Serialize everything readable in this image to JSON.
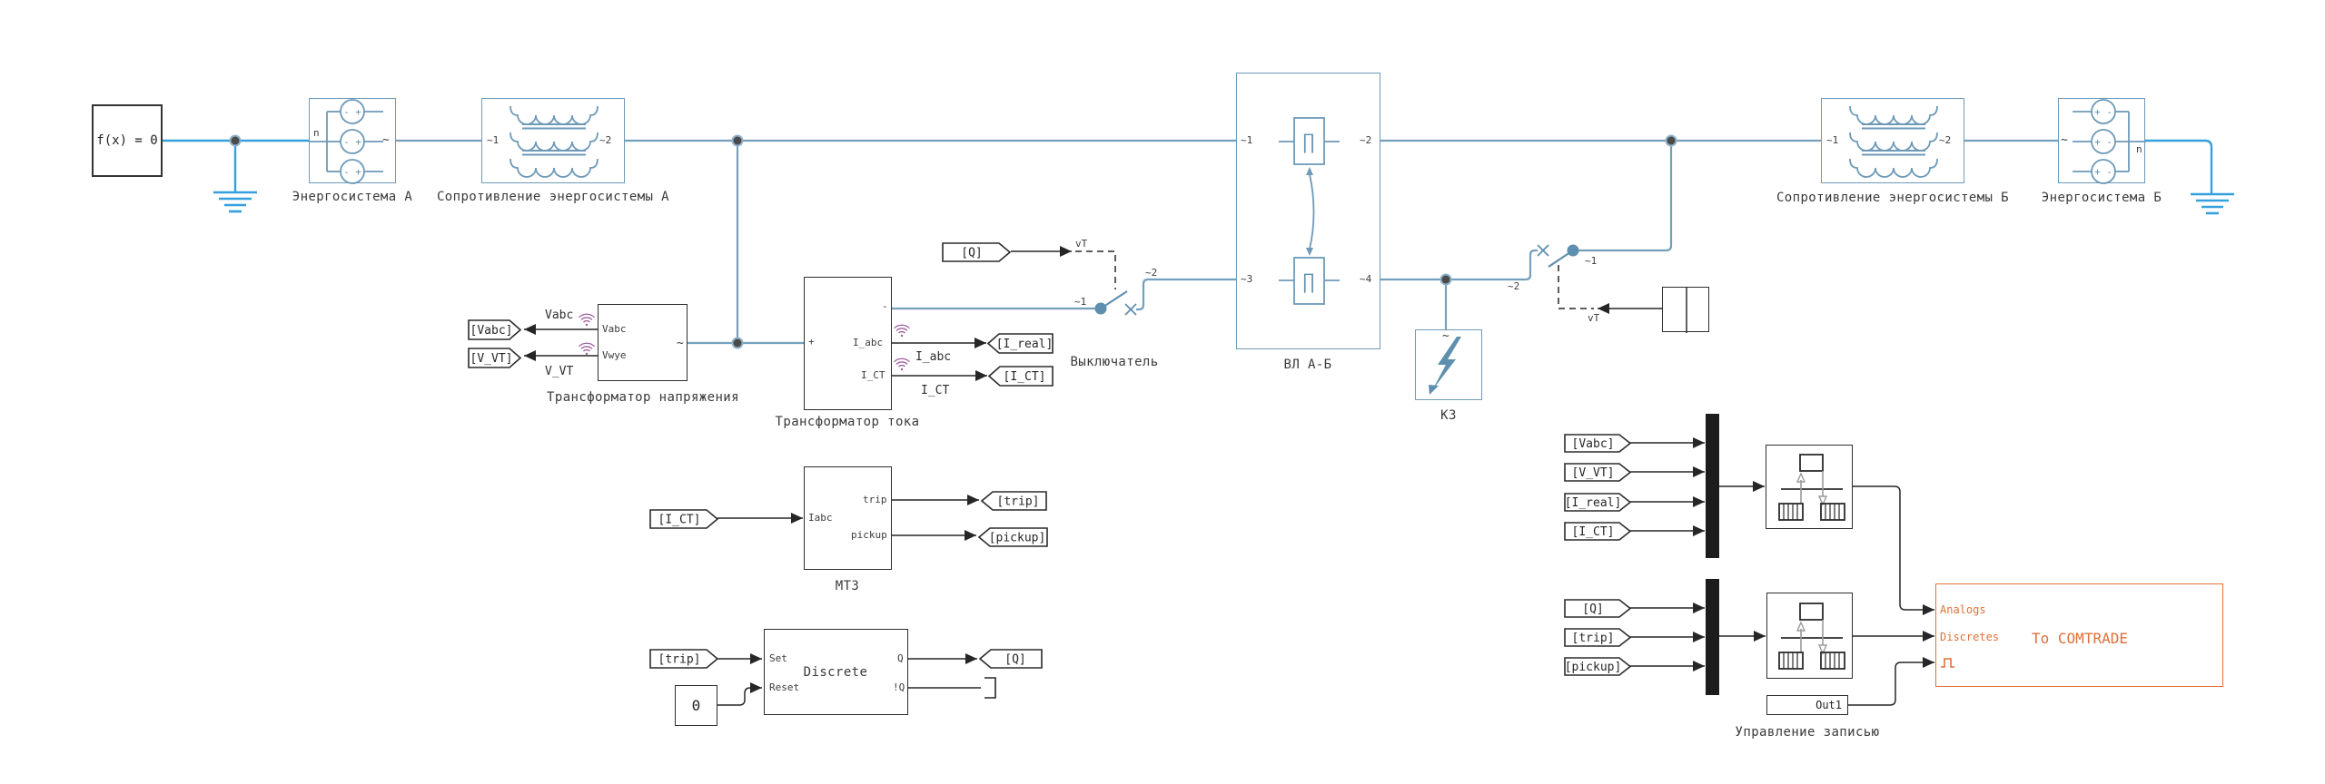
{
  "colors": {
    "bright_blue": "#35a0dc",
    "steel_blue": "#6e9ab8",
    "orange": "#e0703a",
    "purple": "#a05fa0"
  },
  "blocks": {
    "solver": {
      "label": "f(x) = 0"
    },
    "source_a": {
      "title": "Энергосистема А",
      "port_n": "n",
      "port_ac": "~",
      "polarity": "- +"
    },
    "impedance_a": {
      "title": "Сопротивление энергосистемы А",
      "port1": "~1",
      "port2": "~2"
    },
    "vt": {
      "title": "Трансформатор напряжения",
      "port_vabc": "Vabc",
      "port_vwye": "Vwye",
      "port_ac": "~",
      "sig_vabc": "Vabc",
      "sig_vvt": "V_VT"
    },
    "ct": {
      "title": "Трансформатор тока",
      "port_plus": "+",
      "port_minus": "-",
      "port_iabc": "I_abc",
      "port_ict": "I_CT",
      "sig_iabc": "I_abc",
      "sig_ict": "I_CT"
    },
    "breaker": {
      "title": "Выключатель",
      "port1": "~1",
      "port2": "~2",
      "ctrl": "vT"
    },
    "line_ab": {
      "title": "ВЛ А-Б",
      "port1": "~1",
      "port2": "~2",
      "port3": "~3",
      "port4": "~4",
      "pi": "∏"
    },
    "fault": {
      "title": "КЗ",
      "port_ac": "~"
    },
    "breaker_b": {
      "port1": "~1",
      "port2": "~2",
      "ctrl": "vT"
    },
    "impedance_b": {
      "title": "Сопротивление энергосистемы Б",
      "port1": "~1",
      "port2": "~2"
    },
    "source_b": {
      "title": "Энергосистема Б",
      "port_n": "n",
      "port_ac": "~",
      "polarity": "+ -"
    },
    "mtz": {
      "title": "МТЗ",
      "port_iabc": "Iabc",
      "port_trip": "trip",
      "port_pickup": "pickup"
    },
    "srff": {
      "title": "Discrete",
      "port_set": "Set",
      "port_reset": "Reset",
      "port_q": "Q",
      "port_nq": "!Q"
    },
    "constant": {
      "value": "0"
    },
    "out1": {
      "label": "Out1"
    },
    "comtrade": {
      "title": "To COMTRADE",
      "port_analogs": "Analogs",
      "port_discretes": "Discretes"
    },
    "recorder": {
      "title": "Управление записью"
    }
  },
  "tags": {
    "goto_vabc": "[Vabc]",
    "goto_vvt": "[V_VT]",
    "from_q_breaker": "[Q]",
    "goto_ireal": "[I_real]",
    "goto_ict": "[I_CT]",
    "from_ict_mtz": "[I_CT]",
    "goto_trip": "[trip]",
    "goto_pickup": "[pickup]",
    "from_trip_ff": "[trip]",
    "goto_q": "[Q]",
    "rec_from_vabc": "[Vabc]",
    "rec_from_vvt": "[V_VT]",
    "rec_from_ireal": "[I_real]",
    "rec_from_ict": "[I_CT]",
    "rec_from_q": "[Q]",
    "rec_from_trip": "[trip]",
    "rec_from_pickup": "[pickup]"
  }
}
